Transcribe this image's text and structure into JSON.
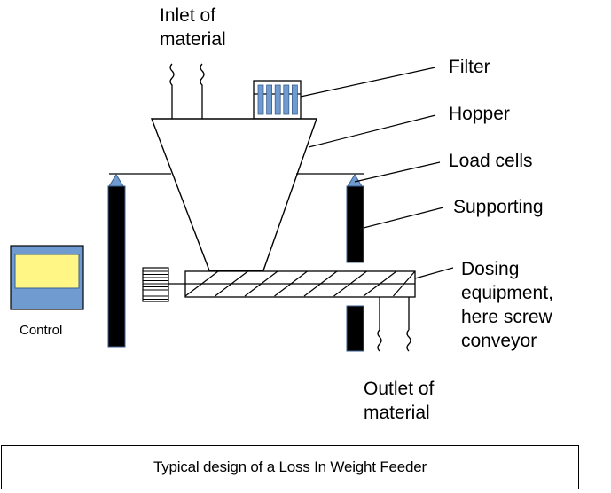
{
  "title": "Typical design of a Loss In Weight Feeder",
  "labels": {
    "inlet": "Inlet of\nmaterial",
    "filter": "Filter",
    "hopper": "Hopper",
    "load_cells": "Load cells",
    "supporting": "Supporting",
    "dosing": "Dosing\nequipment,\nhere screw\nconveyor",
    "outlet": "Outlet of\nmaterial",
    "control": "Control"
  },
  "colors": {
    "component_blue": "#6f9bd1",
    "component_blue_border": "#3a5f8f",
    "display_yellow": "#fff685",
    "support_black": "#000000",
    "line": "#000000"
  },
  "components": [
    {
      "id": "inlet-pipes",
      "name": "Inlet pipes",
      "count": 2
    },
    {
      "id": "filter",
      "name": "Filter",
      "elements": 5
    },
    {
      "id": "hopper",
      "name": "Hopper",
      "shape": "inverted trapezoid"
    },
    {
      "id": "load-cells",
      "name": "Load cells",
      "count": 2
    },
    {
      "id": "supports",
      "name": "Supporting columns",
      "count": 2
    },
    {
      "id": "screw-conveyor",
      "name": "Screw conveyor",
      "flights": 8
    },
    {
      "id": "motor",
      "name": "Drive motor"
    },
    {
      "id": "outlet-pipes",
      "name": "Outlet pipes",
      "count": 2
    },
    {
      "id": "control-unit",
      "name": "Control"
    }
  ]
}
